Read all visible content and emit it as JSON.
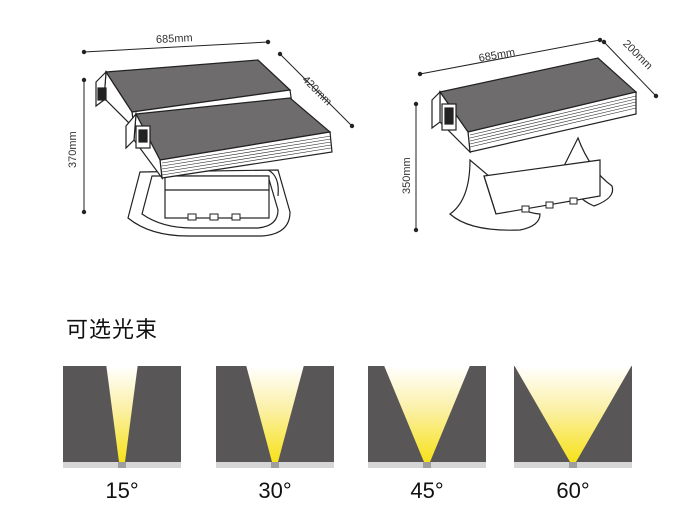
{
  "product_left": {
    "width_label": "685mm",
    "depth_label": "420mm",
    "height_label": "370mm"
  },
  "product_right": {
    "width_label": "685mm",
    "depth_label": "200mm",
    "height_label": "350mm"
  },
  "beam_section": {
    "title": "可选光束",
    "beams": [
      {
        "angle_deg": 15,
        "label": "15°"
      },
      {
        "angle_deg": 30,
        "label": "30°"
      },
      {
        "angle_deg": 45,
        "label": "45°"
      },
      {
        "angle_deg": 60,
        "label": "60°"
      }
    ],
    "colors": {
      "background": "#595657",
      "beam": "#f7e21a",
      "base": "#d6d6d6",
      "led": "#9e9e9e"
    }
  }
}
